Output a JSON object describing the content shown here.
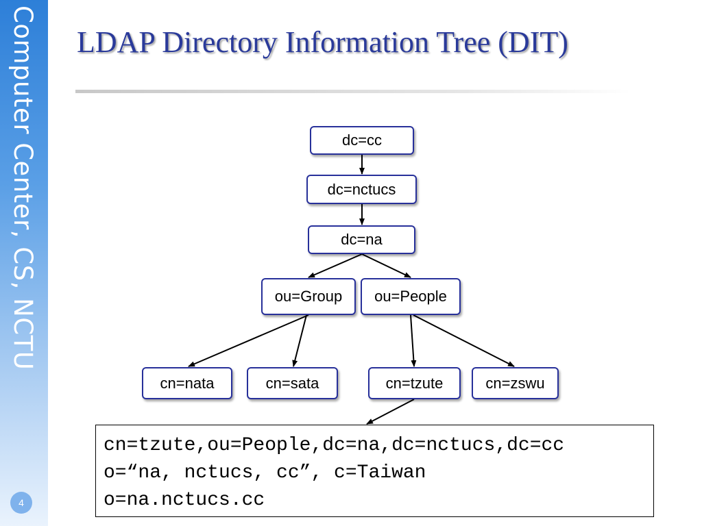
{
  "sidebar": {
    "title": "Computer Center, CS, NCTU",
    "page_number": "4"
  },
  "slide": {
    "title": "LDAP Directory Information Tree (DIT)"
  },
  "tree": {
    "nodes": [
      {
        "id": "dc-cc",
        "label": "dc=cc"
      },
      {
        "id": "dc-nctucs",
        "label": "dc=nctucs"
      },
      {
        "id": "dc-na",
        "label": "dc=na"
      },
      {
        "id": "ou-group",
        "label": "ou=Group"
      },
      {
        "id": "ou-people",
        "label": "ou=People"
      },
      {
        "id": "cn-nata",
        "label": "cn=nata"
      },
      {
        "id": "cn-sata",
        "label": "cn=sata"
      },
      {
        "id": "cn-tzute",
        "label": "cn=tzute"
      },
      {
        "id": "cn-zswu",
        "label": "cn=zswu"
      }
    ],
    "edges": [
      {
        "from": "dc-cc",
        "to": "dc-nctucs"
      },
      {
        "from": "dc-nctucs",
        "to": "dc-na"
      },
      {
        "from": "dc-na",
        "to": "ou-group"
      },
      {
        "from": "dc-na",
        "to": "ou-people"
      },
      {
        "from": "ou-group",
        "to": "cn-nata"
      },
      {
        "from": "ou-group",
        "to": "cn-sata"
      },
      {
        "from": "ou-people",
        "to": "cn-tzute"
      },
      {
        "from": "ou-people",
        "to": "cn-zswu"
      },
      {
        "from": "cn-tzute",
        "to": "dn-box"
      }
    ]
  },
  "dn_box": {
    "lines": [
      "cn=tzute,ou=People,dc=na,dc=nctucs,dc=cc",
      "o=“na, nctucs, cc”, c=Taiwan",
      "o=na.nctucs.cc"
    ]
  },
  "colors": {
    "node_border": "#27309a",
    "title_text": "#2a3a9a",
    "sidebar_top": "#2d7fd8"
  }
}
